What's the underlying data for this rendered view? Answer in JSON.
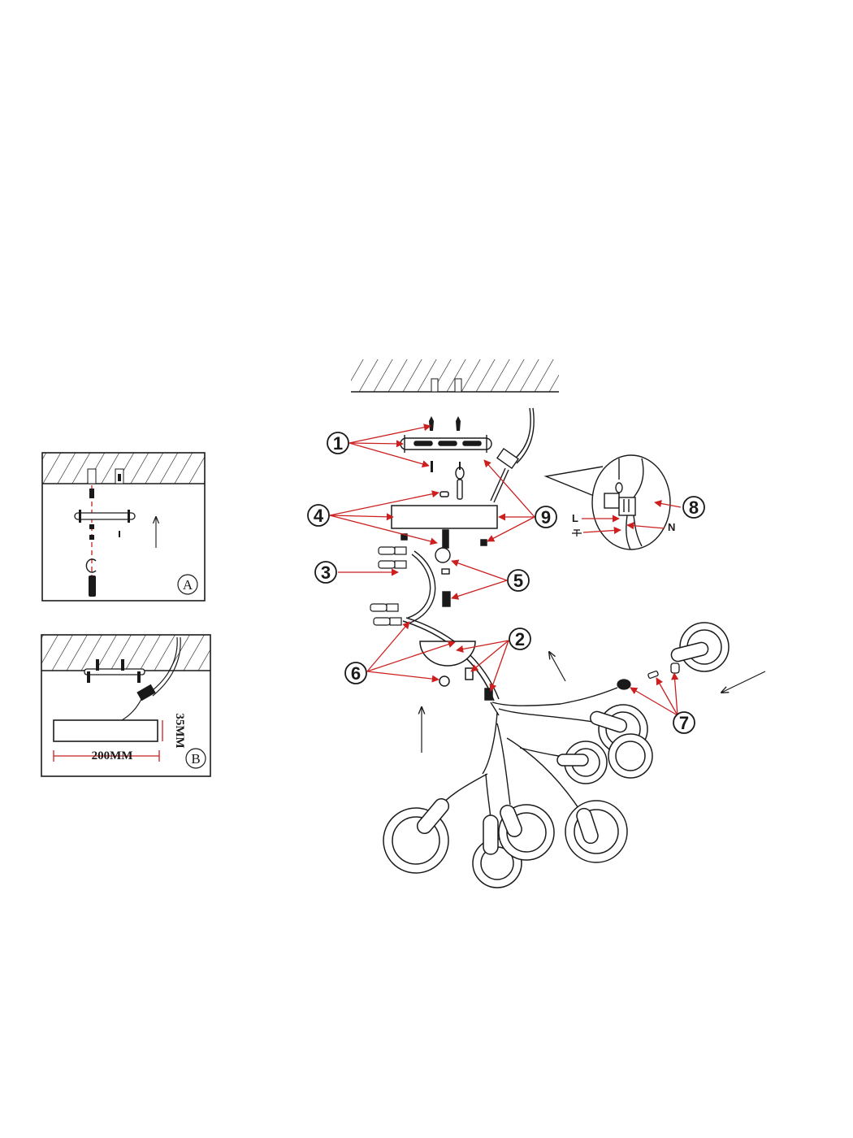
{
  "callouts": {
    "c1": "1",
    "c2": "2",
    "c3": "3",
    "c4": "4",
    "c5": "5",
    "c6": "6",
    "c7": "7",
    "c8": "8",
    "c9": "9"
  },
  "wiring": {
    "live_label": "L",
    "neutral_label": "N"
  },
  "panel_a": {
    "letter": "A"
  },
  "panel_b": {
    "letter": "B",
    "width_dim": "200MM",
    "height_dim": "35MM"
  },
  "colors": {
    "line": "#1a1a1a",
    "leader": "#cc1f1f"
  }
}
